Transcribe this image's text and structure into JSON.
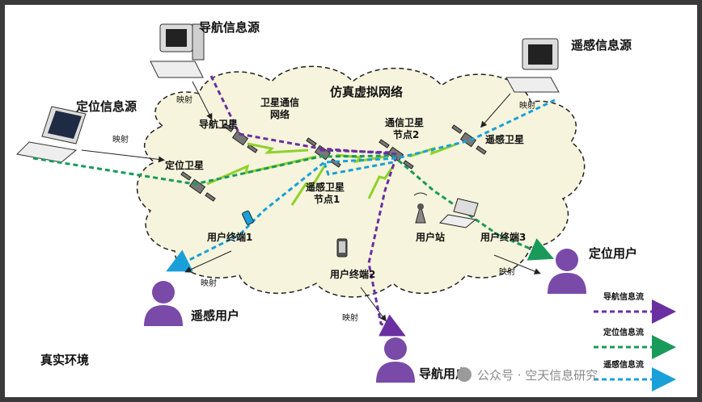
{
  "title": "仿真虚拟网络",
  "environment": "真实环境",
  "sources": {
    "navigation": "导航信息源",
    "remote_sensing": "遥感信息源",
    "positioning": "定位信息源"
  },
  "satellites": {
    "navigation": "导航卫星",
    "positioning": "定位卫星",
    "comm_network": [
      "卫星通信",
      "网络"
    ],
    "comm_node2": [
      "通信卫星",
      "节点2"
    ],
    "remote_node1": [
      "遥感卫星",
      "节点1"
    ],
    "remote": "遥感卫星"
  },
  "terminals": {
    "terminal1": "用户终端1",
    "terminal2": "用户终端2",
    "terminal3": "用户终端3",
    "station": "用户站"
  },
  "users": {
    "remote_sensing": "遥感用户",
    "navigation": "导航用户",
    "positioning": "定位用户"
  },
  "mapping_label": "映射",
  "legend": [
    {
      "label": "导航信息流",
      "color": "#6a2fa0"
    },
    {
      "label": "定位信息流",
      "color": "#1a9a5a"
    },
    {
      "label": "遥感信息流",
      "color": "#1aa0d8"
    }
  ],
  "colors": {
    "navigation_flow": "#6a2fa0",
    "positioning_flow": "#1a9a5a",
    "remote_flow": "#1aa0d8",
    "cloud_fill": "#f6f4dc",
    "user_icon": "#7a4aa8",
    "link_bolt": "#8fd12a"
  },
  "watermark": "公众号 · 空天信息研究"
}
